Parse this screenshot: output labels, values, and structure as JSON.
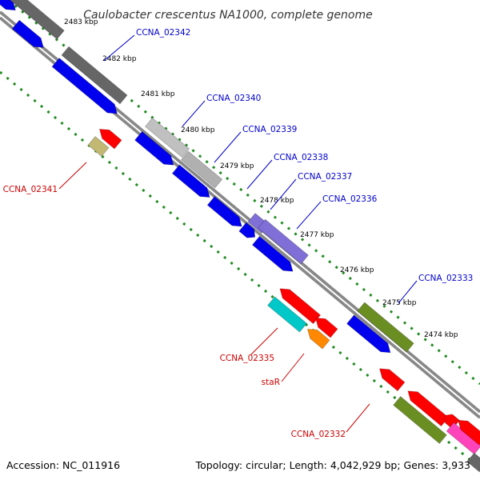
{
  "title": "Caulobacter crescentus NA1000, complete genome",
  "footer": {
    "accession": "Accession: NC_011916",
    "summary": "Topology: circular; Length: 4,042,929 bp; Genes: 3,933"
  },
  "colors": {
    "forward_label": "#0000cc",
    "reverse_label": "#cc0000",
    "backbone": "#888888",
    "tick": "#228b22"
  },
  "ticks": [
    {
      "label": "2483 kbp"
    },
    {
      "label": "2482 kbp"
    },
    {
      "label": "2481 kbp"
    },
    {
      "label": "2480 kbp"
    },
    {
      "label": "2479 kbp"
    },
    {
      "label": "2478 kbp"
    },
    {
      "label": "2477 kbp"
    },
    {
      "label": "2476 kbp"
    },
    {
      "label": "2475 kbp"
    },
    {
      "label": "2474 kbp"
    }
  ],
  "genes": [
    {
      "name": "CCNA_02342",
      "strand": "forward",
      "color": "#0000ee"
    },
    {
      "name": "CCNA_02341",
      "strand": "reverse",
      "color": "#ff0000"
    },
    {
      "name": "CCNA_02340",
      "strand": "forward",
      "color": "#0000ee"
    },
    {
      "name": "CCNA_02339",
      "strand": "forward",
      "color": "#0000ee"
    },
    {
      "name": "CCNA_02338",
      "strand": "forward",
      "color": "#0000ee"
    },
    {
      "name": "CCNA_02337",
      "strand": "forward",
      "color": "#0000ee"
    },
    {
      "name": "CCNA_02336",
      "strand": "forward",
      "color": "#0000ee"
    },
    {
      "name": "CCNA_02335",
      "strand": "reverse",
      "color": "#ff0000"
    },
    {
      "name": "staR",
      "strand": "reverse",
      "color": "#ff0000"
    },
    {
      "name": "CCNA_02333",
      "strand": "forward",
      "color": "#0000ee"
    },
    {
      "name": "CCNA_02332",
      "strand": "reverse",
      "color": "#ff0000"
    }
  ]
}
